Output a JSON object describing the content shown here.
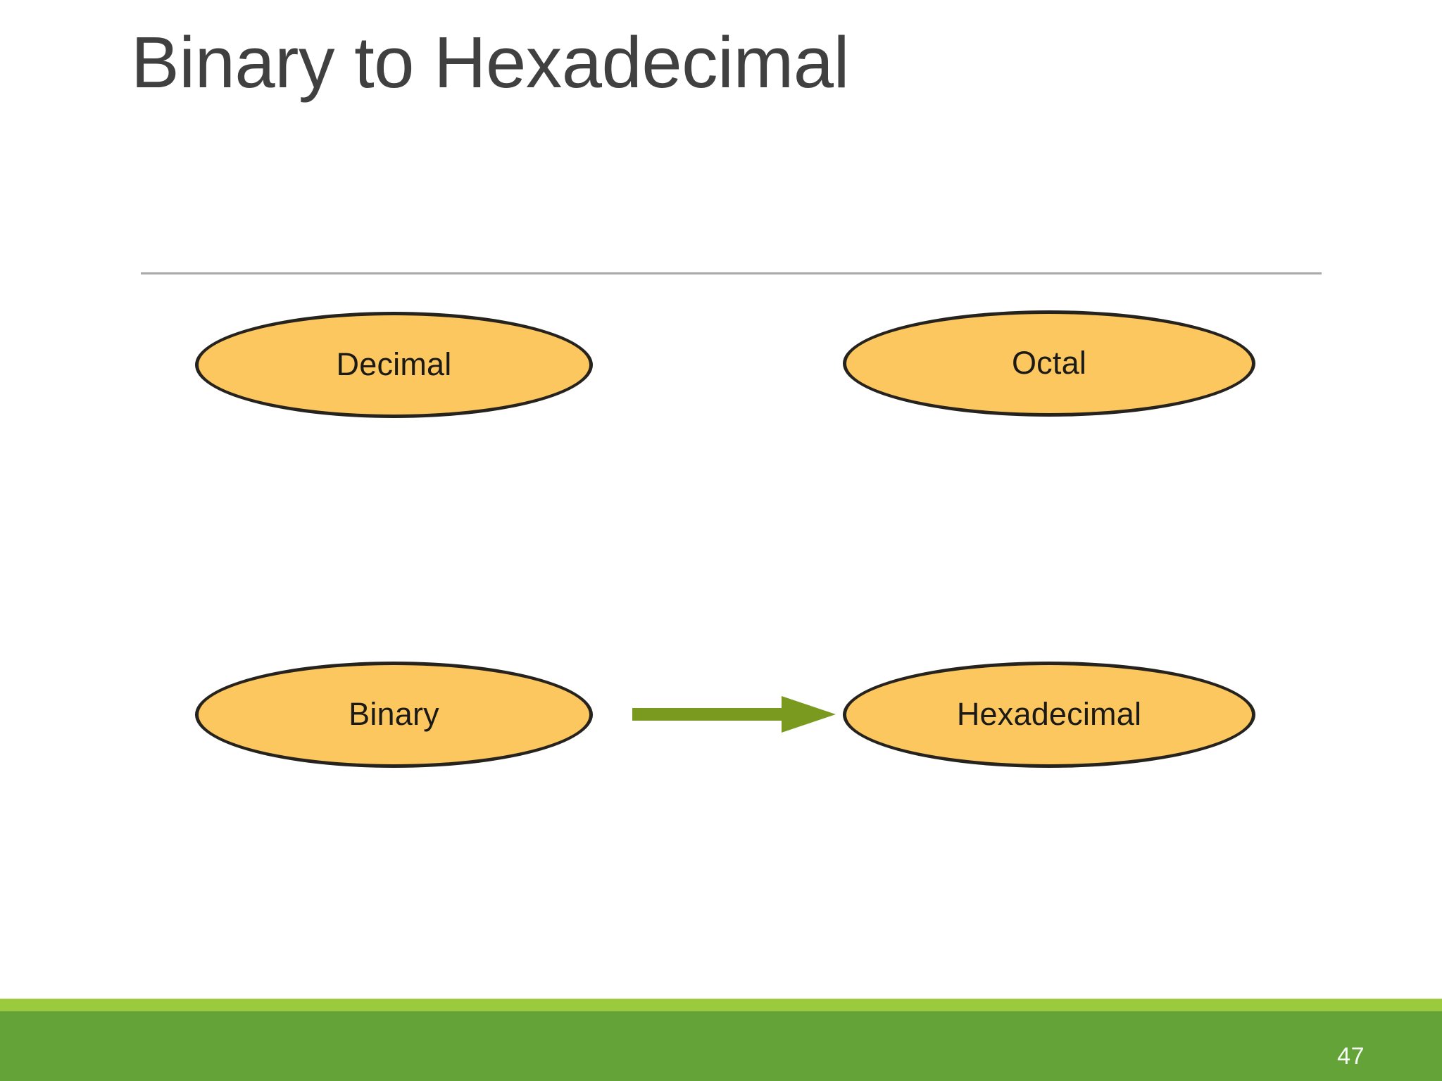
{
  "slide": {
    "title": "Binary to Hexadecimal",
    "page_number": "47",
    "background_color": "#ffffff",
    "title_color": "#404040",
    "divider_color": "#a8a8a8"
  },
  "diagram": {
    "type": "node-arrow-diagram",
    "node_fill_color": "#fcc75f",
    "node_border_color": "#26231e",
    "node_label_color": "#1c1a17",
    "nodes": [
      {
        "id": "decimal",
        "label": "Decimal",
        "row": "top",
        "column": "left"
      },
      {
        "id": "octal",
        "label": "Octal",
        "row": "top",
        "column": "right"
      },
      {
        "id": "binary",
        "label": "Binary",
        "row": "bottom",
        "column": "left"
      },
      {
        "id": "hexadecimal",
        "label": "Hexadecimal",
        "row": "bottom",
        "column": "right"
      }
    ],
    "arrows": [
      {
        "id": "binary-to-hexadecimal",
        "from": "binary",
        "to": "hexadecimal",
        "direction": "right",
        "color": "#7a9a1f"
      }
    ]
  },
  "footer": {
    "accent_bar_color": "#9bca3e",
    "bar_color": "#63a338",
    "page_number_color": "#ffffff"
  }
}
